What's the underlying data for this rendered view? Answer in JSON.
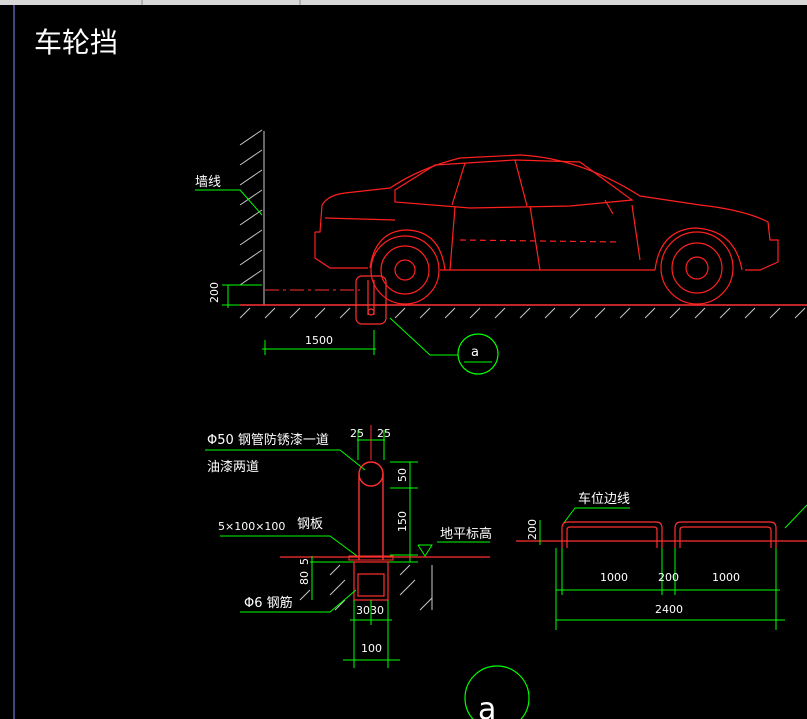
{
  "title": "车轮挡",
  "elevation": {
    "wall_label": "墙线",
    "dim_height": "200",
    "dim_offset": "1500",
    "detail_marker": "a"
  },
  "section_detail": {
    "pipe_note_line1": "Φ50  钢管防锈漆一道",
    "pipe_note_line2": "油漆两道",
    "plate_size": "5×100×100",
    "plate_label": "钢板",
    "rebar_label": "Φ6  钢筋",
    "ground_label": "地平标高",
    "dim_top_left": "25",
    "dim_top_right": "25",
    "dim_50": "50",
    "dim_150": "150",
    "dim_5": "5",
    "dim_80": "80",
    "dim_30_left": "30",
    "dim_30_right": "30",
    "dim_100": "100"
  },
  "plan_detail": {
    "bay_line_label": "车位边线",
    "dim_200": "200",
    "dim_1000_left": "1000",
    "dim_200_mid": "200",
    "dim_1000_right": "1000",
    "dim_total": "2400"
  },
  "detail_callout": "a",
  "colors": {
    "background": "#000000",
    "car": "#ff2020",
    "text": "#ffffff",
    "leader": "#00ff00",
    "dimension": "#ffffff",
    "hatch": "#c8c8c8"
  }
}
